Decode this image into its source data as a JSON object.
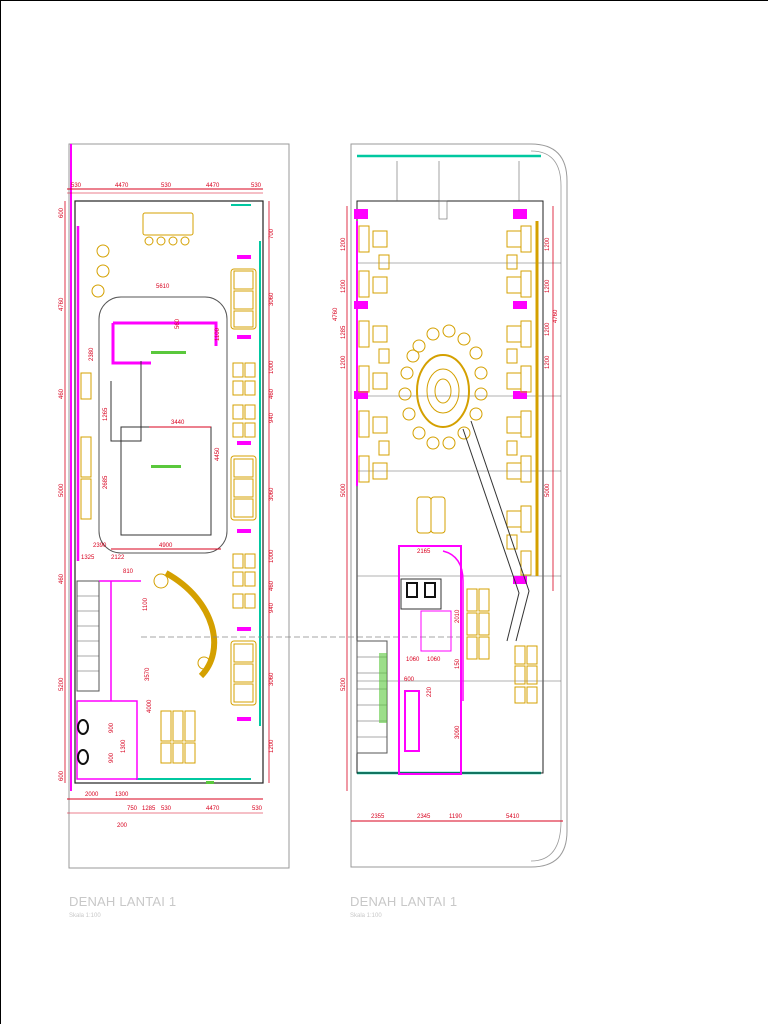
{
  "plans": [
    {
      "title": "DENAH LANTAI 1",
      "scale": "Skala 1:100",
      "top_dims": [
        "530",
        "4470",
        "530",
        "4470",
        "530"
      ],
      "left_dims": [
        "600",
        "4760",
        "460",
        "5000",
        "460",
        "5200",
        "600"
      ],
      "right_dims": [
        "700",
        "3060",
        "1000",
        "940",
        "460",
        "3060",
        "1000",
        "460",
        "940",
        "3060",
        "1200"
      ],
      "bottom_dims": [
        "2000",
        "1300",
        "750",
        "1285",
        "530",
        "4470",
        "530"
      ],
      "bottom_total": "200",
      "inner_dims": [
        "5610",
        "560",
        "1100",
        "2380",
        "1265",
        "3440",
        "2685",
        "4450",
        "2390",
        "4900",
        "1325",
        "2122",
        "810",
        "1100",
        "4000",
        "3570",
        "900",
        "900",
        "1300"
      ]
    },
    {
      "title": "DENAH LANTAI 1",
      "scale": "Skala 1:100",
      "left_dims": [
        "1200",
        "1200",
        "4760",
        "1285",
        "1200",
        "5000",
        "5200"
      ],
      "right_dims": [
        "1200",
        "1200",
        "4760",
        "1200",
        "1200",
        "5000"
      ],
      "bottom_dims": [
        "2355",
        "2345",
        "1190",
        "5410"
      ],
      "inner_dims": [
        "2165",
        "2010",
        "1060",
        "1060",
        "150",
        "600",
        "220",
        "3090"
      ]
    }
  ]
}
